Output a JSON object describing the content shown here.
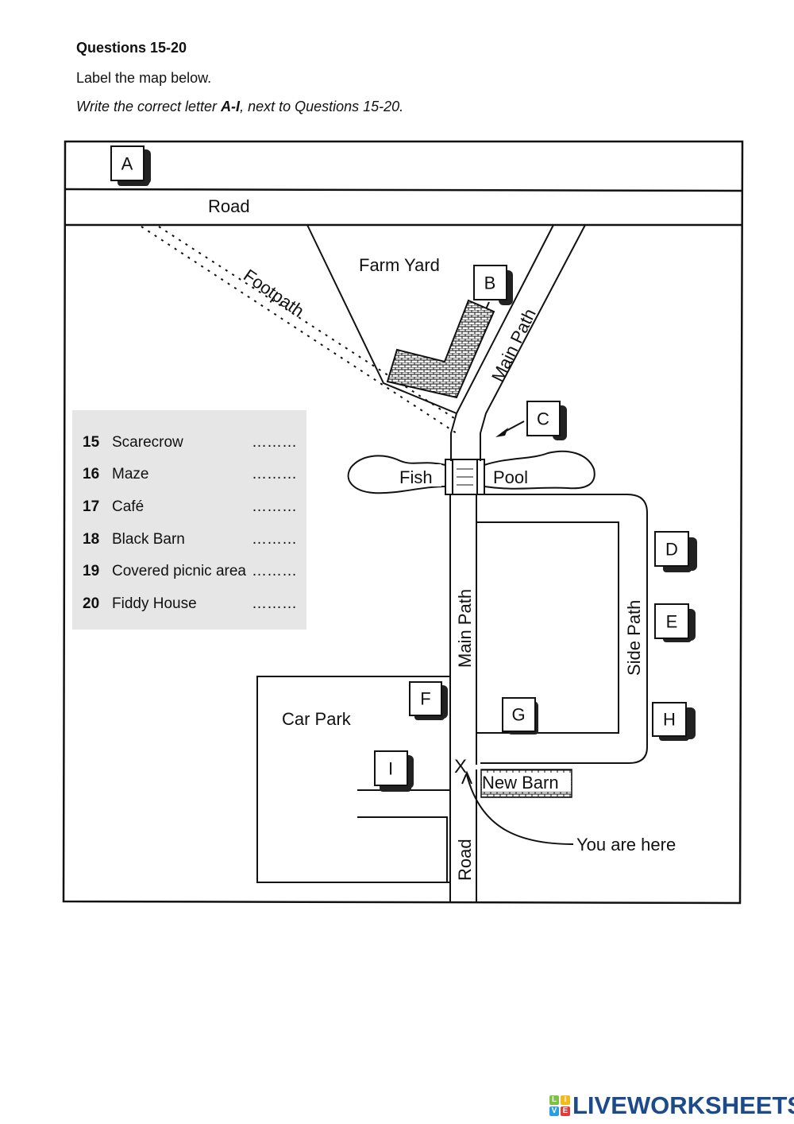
{
  "header": {
    "title": "Questions 15-20",
    "instruction": "Label the map below.",
    "sub_instruction_prefix": "Write the correct letter ",
    "sub_instruction_bold": "A-I",
    "sub_instruction_suffix": ", next to Questions 15-20."
  },
  "map": {
    "labels": {
      "road_top": "Road",
      "farm_yard": "Farm Yard",
      "footpath": "Footpath",
      "main_path_upper": "Main Path",
      "main_path_lower": "Main Path",
      "fish": "Fish",
      "pool": "Pool",
      "side_path": "Side Path",
      "car_park": "Car Park",
      "new_barn": "New Barn",
      "road_bottom": "Road",
      "you_are_here": "You are here",
      "x_marker": "X"
    },
    "letters": [
      "A",
      "B",
      "C",
      "D",
      "E",
      "F",
      "G",
      "H",
      "I"
    ]
  },
  "questions": [
    {
      "number": "15",
      "label": "Scarecrow",
      "answer": "………"
    },
    {
      "number": "16",
      "label": "Maze",
      "answer": "………"
    },
    {
      "number": "17",
      "label": "Café",
      "answer": "………"
    },
    {
      "number": "18",
      "label": "Black Barn",
      "answer": "………"
    },
    {
      "number": "19",
      "label": "Covered picnic area",
      "answer": "………"
    },
    {
      "number": "20",
      "label": "Fiddy House",
      "answer": "………"
    }
  ],
  "footer": {
    "logo_cells": [
      "L",
      "I",
      "V",
      "E"
    ],
    "logo_colors": [
      "#7dc242",
      "#f6b91a",
      "#2a9ee0",
      "#e53a3a"
    ],
    "brand": "LIVEWORKSHEETS",
    "brand_color": "#1b4b8a"
  }
}
